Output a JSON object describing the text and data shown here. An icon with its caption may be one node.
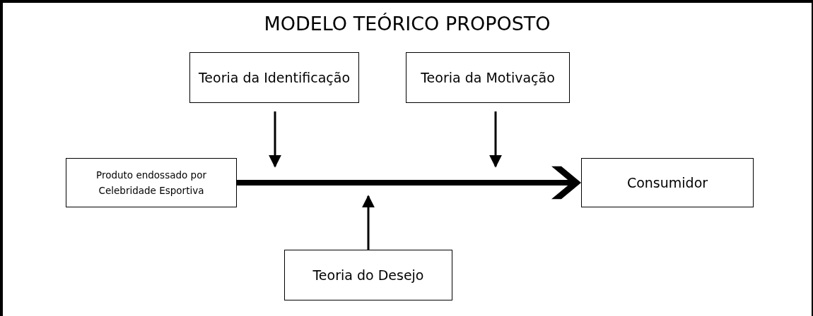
{
  "diagram": {
    "title": "MODELO TEÓRICO PROPOSTO",
    "nodes": [
      {
        "text": [
          "Teoria da Identificação"
        ]
      },
      {
        "text": [
          "Teoria da Motivação"
        ]
      },
      {
        "text": [
          "Produto endossado por Celebridade Esportiva"
        ]
      },
      {
        "text": [
          "Consumidor"
        ]
      },
      {
        "text": [
          "Teoria do Desejo"
        ]
      }
    ],
    "edges": [
      {
        "from": 2,
        "to": 3,
        "arrow": "to",
        "style": "thick"
      },
      {
        "from": 0,
        "to": null,
        "arrow": "to"
      },
      {
        "from": 1,
        "to": null,
        "arrow": "to"
      },
      {
        "from": 4,
        "to": null,
        "arrow": "to"
      }
    ]
  }
}
